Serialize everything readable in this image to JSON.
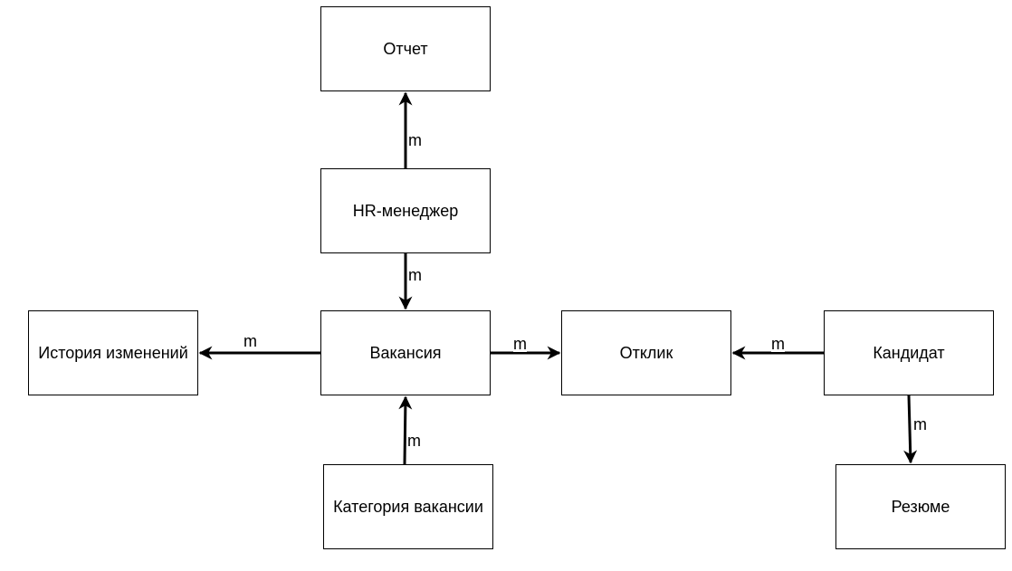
{
  "nodes": {
    "report": "Отчет",
    "hr_manager": "HR-менеджер",
    "vacancy": "Вакансия",
    "history": "История изменений",
    "response": "Отклик",
    "candidate": "Кандидат",
    "category": "Категория вакансии",
    "resume": "Резюме"
  },
  "edges": [
    {
      "from": "hr_manager",
      "to": "report",
      "label": "m"
    },
    {
      "from": "hr_manager",
      "to": "vacancy",
      "label": "m"
    },
    {
      "from": "vacancy",
      "to": "history",
      "label": "m"
    },
    {
      "from": "vacancy",
      "to": "response",
      "label": "m"
    },
    {
      "from": "candidate",
      "to": "response",
      "label": "m"
    },
    {
      "from": "category",
      "to": "vacancy",
      "label": "m"
    },
    {
      "from": "candidate",
      "to": "resume",
      "label": "m"
    }
  ],
  "colors": {
    "stroke": "#000000",
    "background": "#ffffff"
  }
}
